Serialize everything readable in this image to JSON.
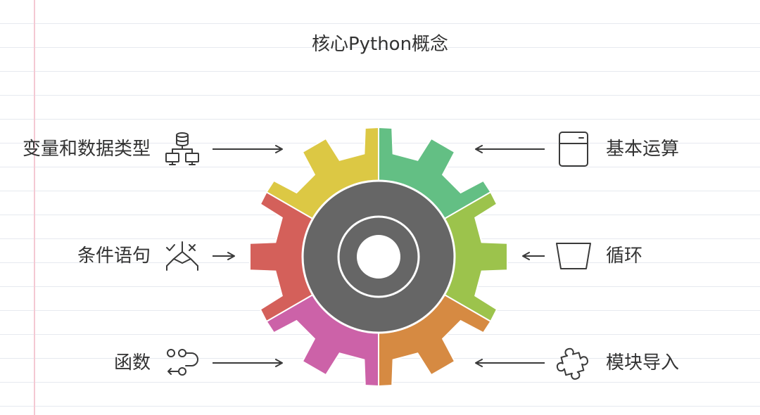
{
  "title": "核心Python概念",
  "left_items": [
    {
      "label": "变量和数据类型",
      "icon": "database-network-icon"
    },
    {
      "label": "条件语句",
      "icon": "branch-check-cross-icon"
    },
    {
      "label": "函数",
      "icon": "function-flow-icon"
    }
  ],
  "right_items": [
    {
      "label": "基本运算",
      "icon": "calculator-icon"
    },
    {
      "label": "循环",
      "icon": "bucket-icon"
    },
    {
      "label": "模块导入",
      "icon": "puzzle-piece-icon"
    }
  ],
  "colors": {
    "segment_green": "#63bf84",
    "segment_lime": "#9cc34c",
    "segment_orange": "#d68a42",
    "segment_pink": "#cc62a8",
    "segment_red": "#d4605a",
    "segment_yellow": "#dcc844",
    "core": "#666666",
    "arrow": "#3a3a3a"
  }
}
